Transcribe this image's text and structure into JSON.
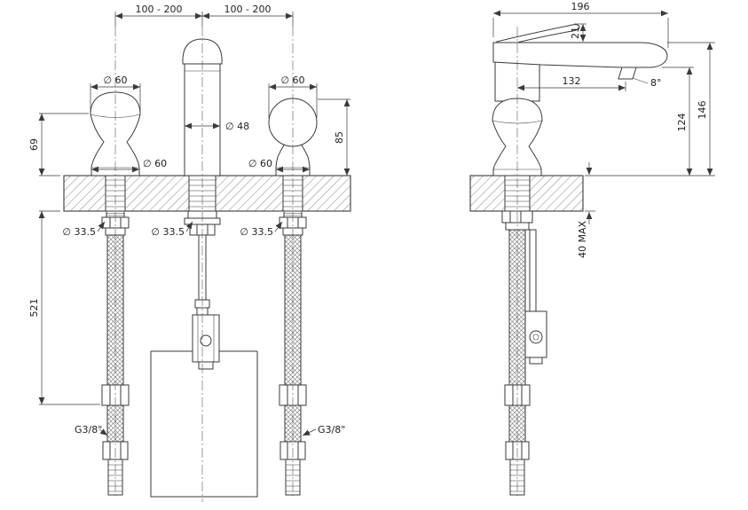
{
  "drawing": {
    "background": "#ffffff",
    "line_color": "#3a3a3a",
    "text_color": "#222222"
  },
  "front_view": {
    "hole_spacing": [
      "100 - 200",
      "100 - 200"
    ],
    "handle_top_diameters": [
      "∅ 60",
      "∅ 60"
    ],
    "handle_base_diameters": [
      "∅ 60",
      "∅ 60"
    ],
    "spout_diameter": "∅ 48",
    "handle_height": "69",
    "right_handle_height": "85",
    "hole_diameters": [
      "∅ 33.5",
      "∅ 33.5",
      "∅ 33.5"
    ],
    "hose_length": "521",
    "supply_connections": [
      "G3/8\"",
      "G3/8\""
    ]
  },
  "side_view": {
    "spout_length": "196",
    "lever_rise": "21",
    "spout_reach": "132",
    "spray_angle": "8°",
    "outlet_height": "124",
    "total_height": "146",
    "max_deck_thickness": "40 MAX"
  }
}
